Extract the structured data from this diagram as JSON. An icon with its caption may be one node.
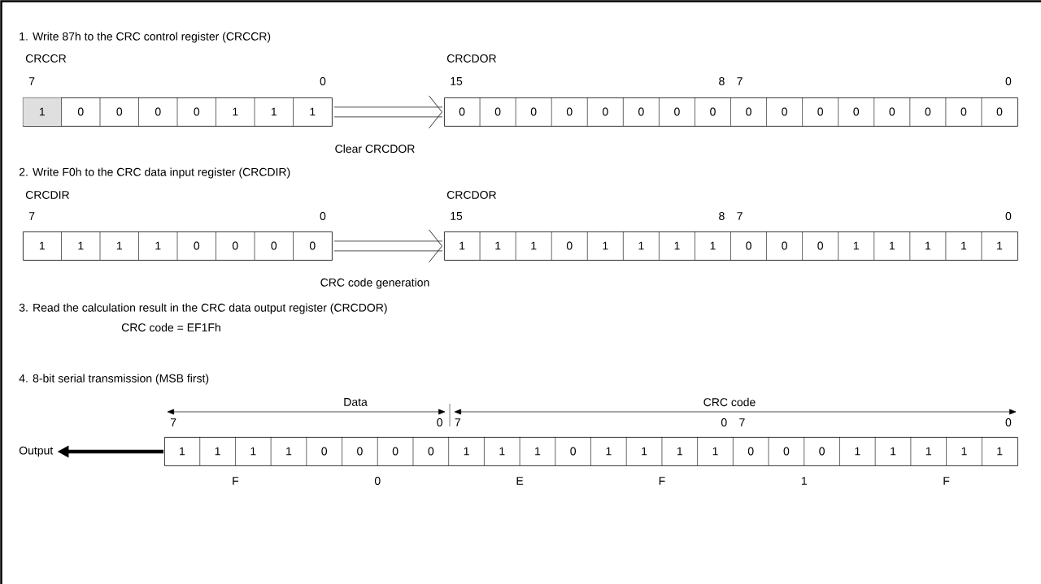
{
  "diagram": {
    "nodes": [
      {
        "text": [
          "CRCCR",
          "1",
          "0",
          "0",
          "0",
          "0",
          "1",
          "1",
          "1"
        ],
        "beside": [
          "7",
          "0"
        ]
      },
      {
        "text": [
          "CRCDOR",
          "0",
          "0",
          "0",
          "0",
          "0",
          "0",
          "0",
          "0",
          "0",
          "0",
          "0",
          "0",
          "0",
          "0",
          "0",
          "0"
        ],
        "beside": [
          "15",
          "8",
          "7",
          "0"
        ]
      },
      {
        "text": [
          "CRCDIR",
          "1",
          "1",
          "1",
          "1",
          "0",
          "0",
          "0",
          "0"
        ],
        "beside": [
          "7",
          "0"
        ]
      },
      {
        "text": [
          "CRCDOR",
          "1",
          "1",
          "1",
          "0",
          "1",
          "1",
          "1",
          "1",
          "0",
          "0",
          "0",
          "1",
          "1",
          "1",
          "1",
          "1"
        ],
        "beside": [
          "15",
          "8",
          "7",
          "0"
        ]
      },
      {
        "text": [
          "Output"
        ]
      },
      {
        "text": [
          "1",
          "1",
          "1",
          "1",
          "0",
          "0",
          "0",
          "0",
          "1",
          "1",
          "1",
          "0",
          "1",
          "1",
          "1",
          "1",
          "0",
          "0",
          "0",
          "1",
          "1",
          "1",
          "1",
          "1"
        ],
        "beside": [
          "7",
          "0",
          "7",
          "0",
          "7",
          "0",
          "F",
          "0",
          "E",
          "F",
          "1",
          "F"
        ]
      }
    ],
    "edges": [
      {
        "from": 0,
        "to": 1,
        "arrow": "to",
        "label": "Clear CRCDOR"
      },
      {
        "from": 2,
        "to": 3,
        "arrow": "to",
        "label": "CRC code generation"
      },
      {
        "from": 5,
        "to": 4,
        "arrow": "to",
        "style": "thick"
      }
    ],
    "labels": [
      "1. Write 87h to the CRC control register (CRCCR)",
      "2. Write F0h to the CRC data input register (CRCDIR)",
      "3. Read the calculation result in the CRC data output register (CRCDOR)",
      "CRC code = EF1Fh",
      "4. 8-bit serial transmission (MSB first)",
      "Data",
      "CRC code"
    ]
  }
}
